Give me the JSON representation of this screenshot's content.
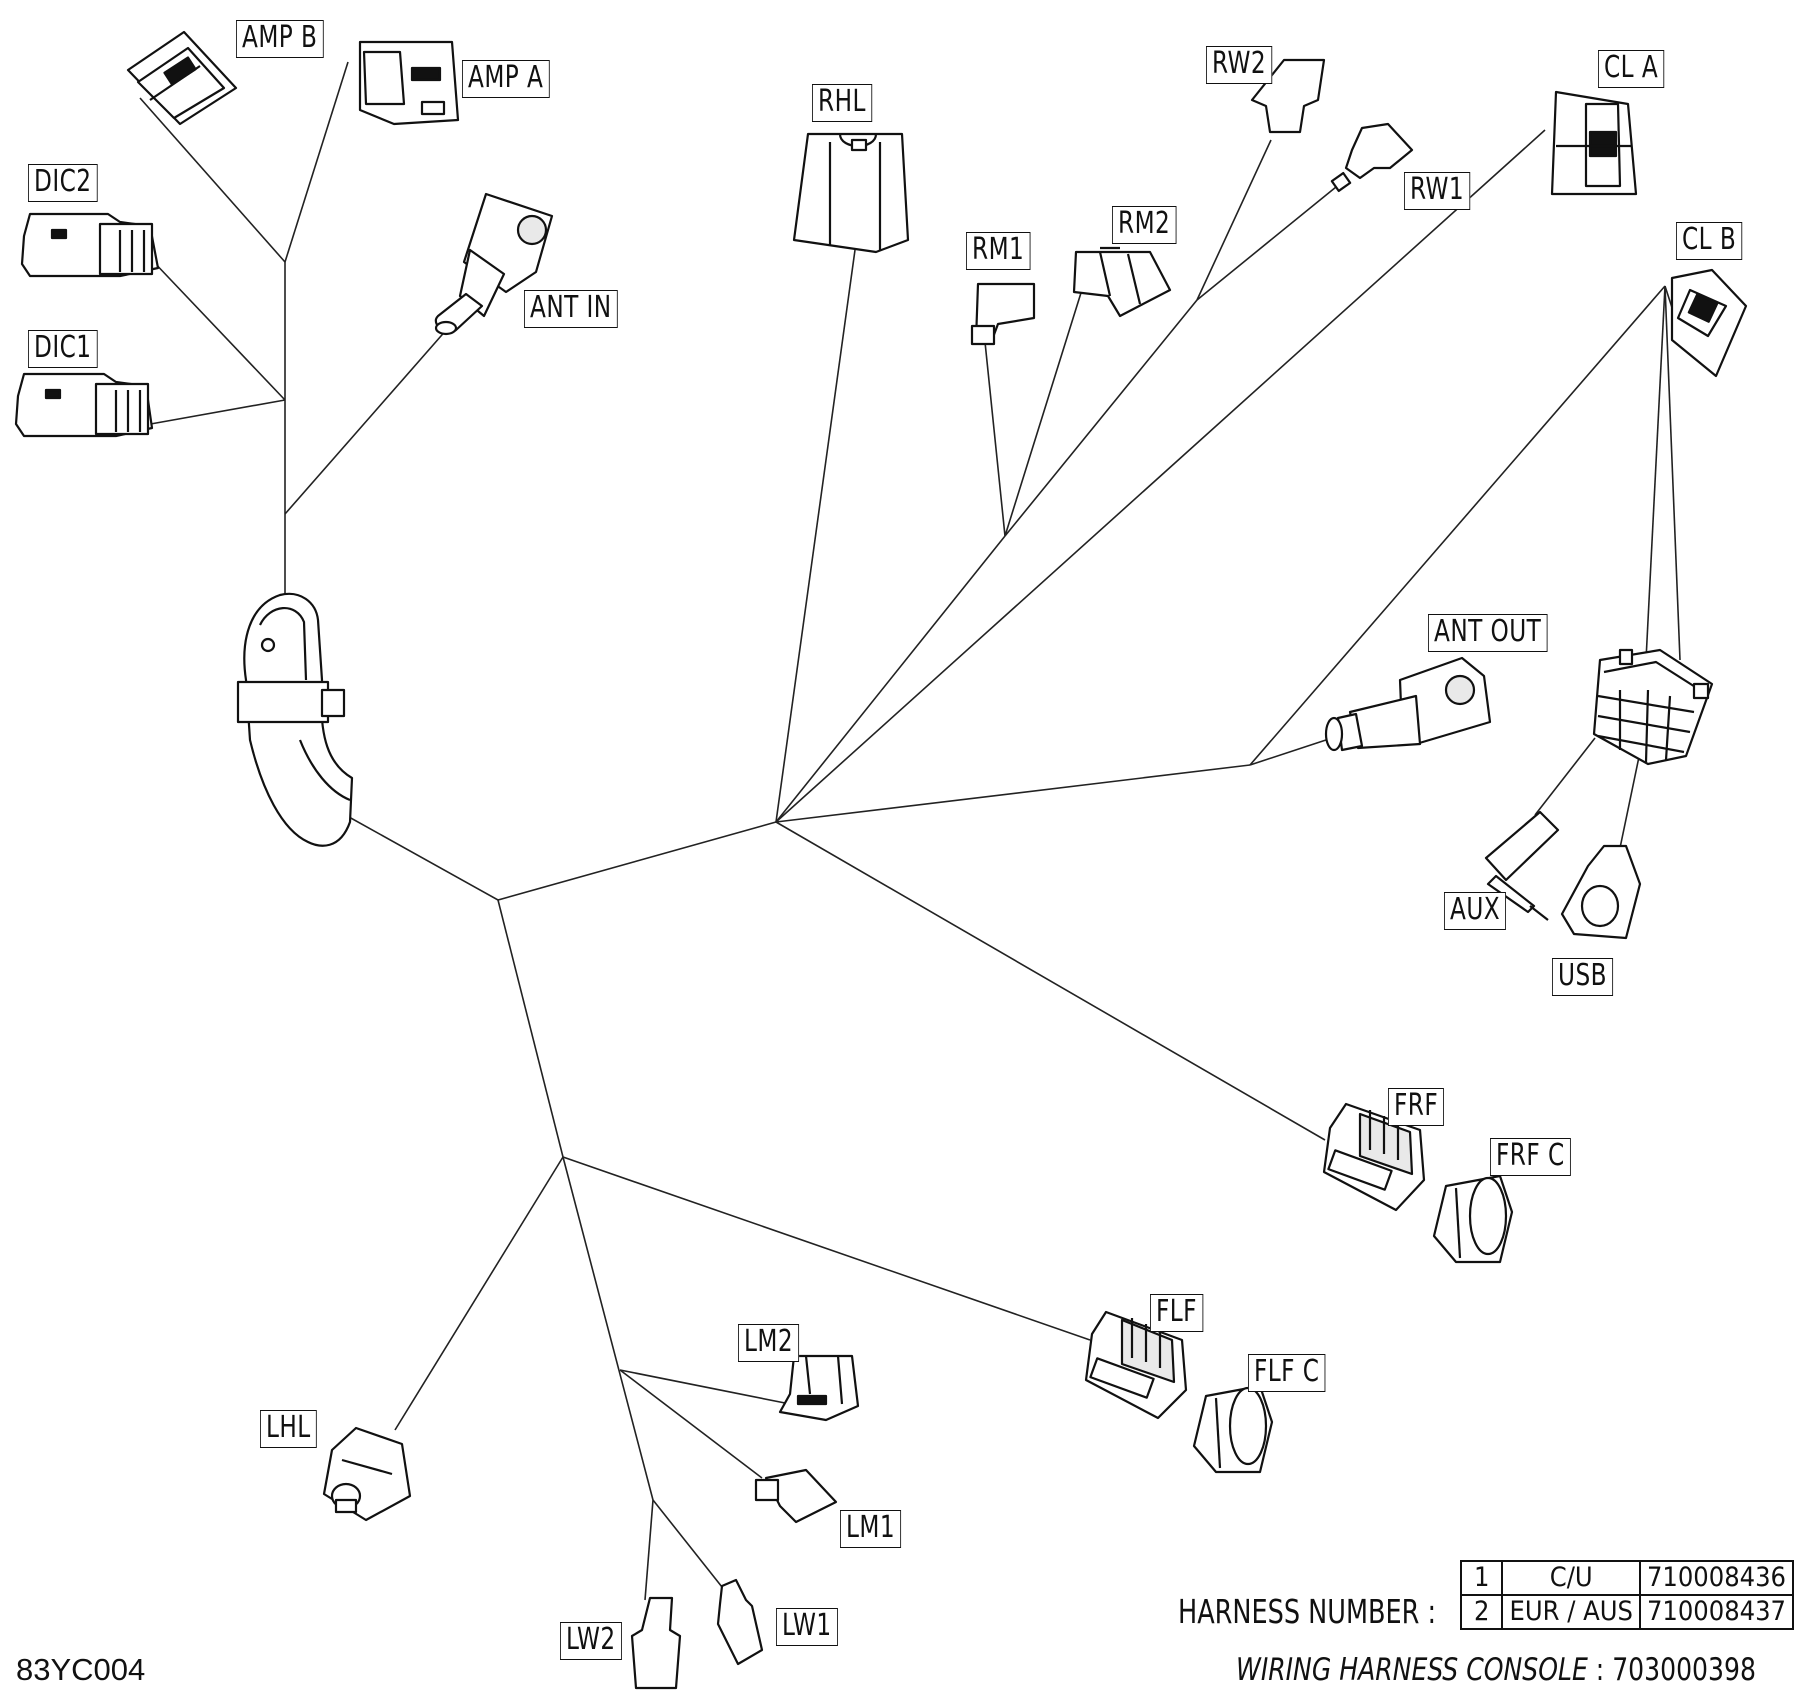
{
  "diagram": {
    "labels": {
      "amp_b": "AMP B",
      "amp_a": "AMP A",
      "dic2": "DIC2",
      "dic1": "DIC1",
      "ant_in": "ANT IN",
      "rhl": "RHL",
      "rw2": "RW2",
      "rw1": "RW1",
      "rm1": "RM1",
      "rm2": "RM2",
      "cl_a": "CL A",
      "cl_b": "CL B",
      "ant_out": "ANT OUT",
      "aux": "AUX",
      "usb": "USB",
      "frf": "FRF",
      "frf_c": "FRF C",
      "flf": "FLF",
      "flf_c": "FLF C",
      "lm2": "LM2",
      "lm1": "LM1",
      "lhl": "LHL",
      "lw2": "LW2",
      "lw1": "LW1"
    }
  },
  "harness": {
    "label": "HARNESS NUMBER",
    "separator": ":",
    "rows": [
      {
        "num": "1",
        "variant": "C/U",
        "part": "710008436"
      },
      {
        "num": "2",
        "variant": "EUR / AUS",
        "part": "710008437"
      }
    ]
  },
  "footer": {
    "drawing_code": "83YC004",
    "title": "WIRING HARNESS  CONSOLE",
    "separator": ":",
    "part_number": "703000398"
  }
}
